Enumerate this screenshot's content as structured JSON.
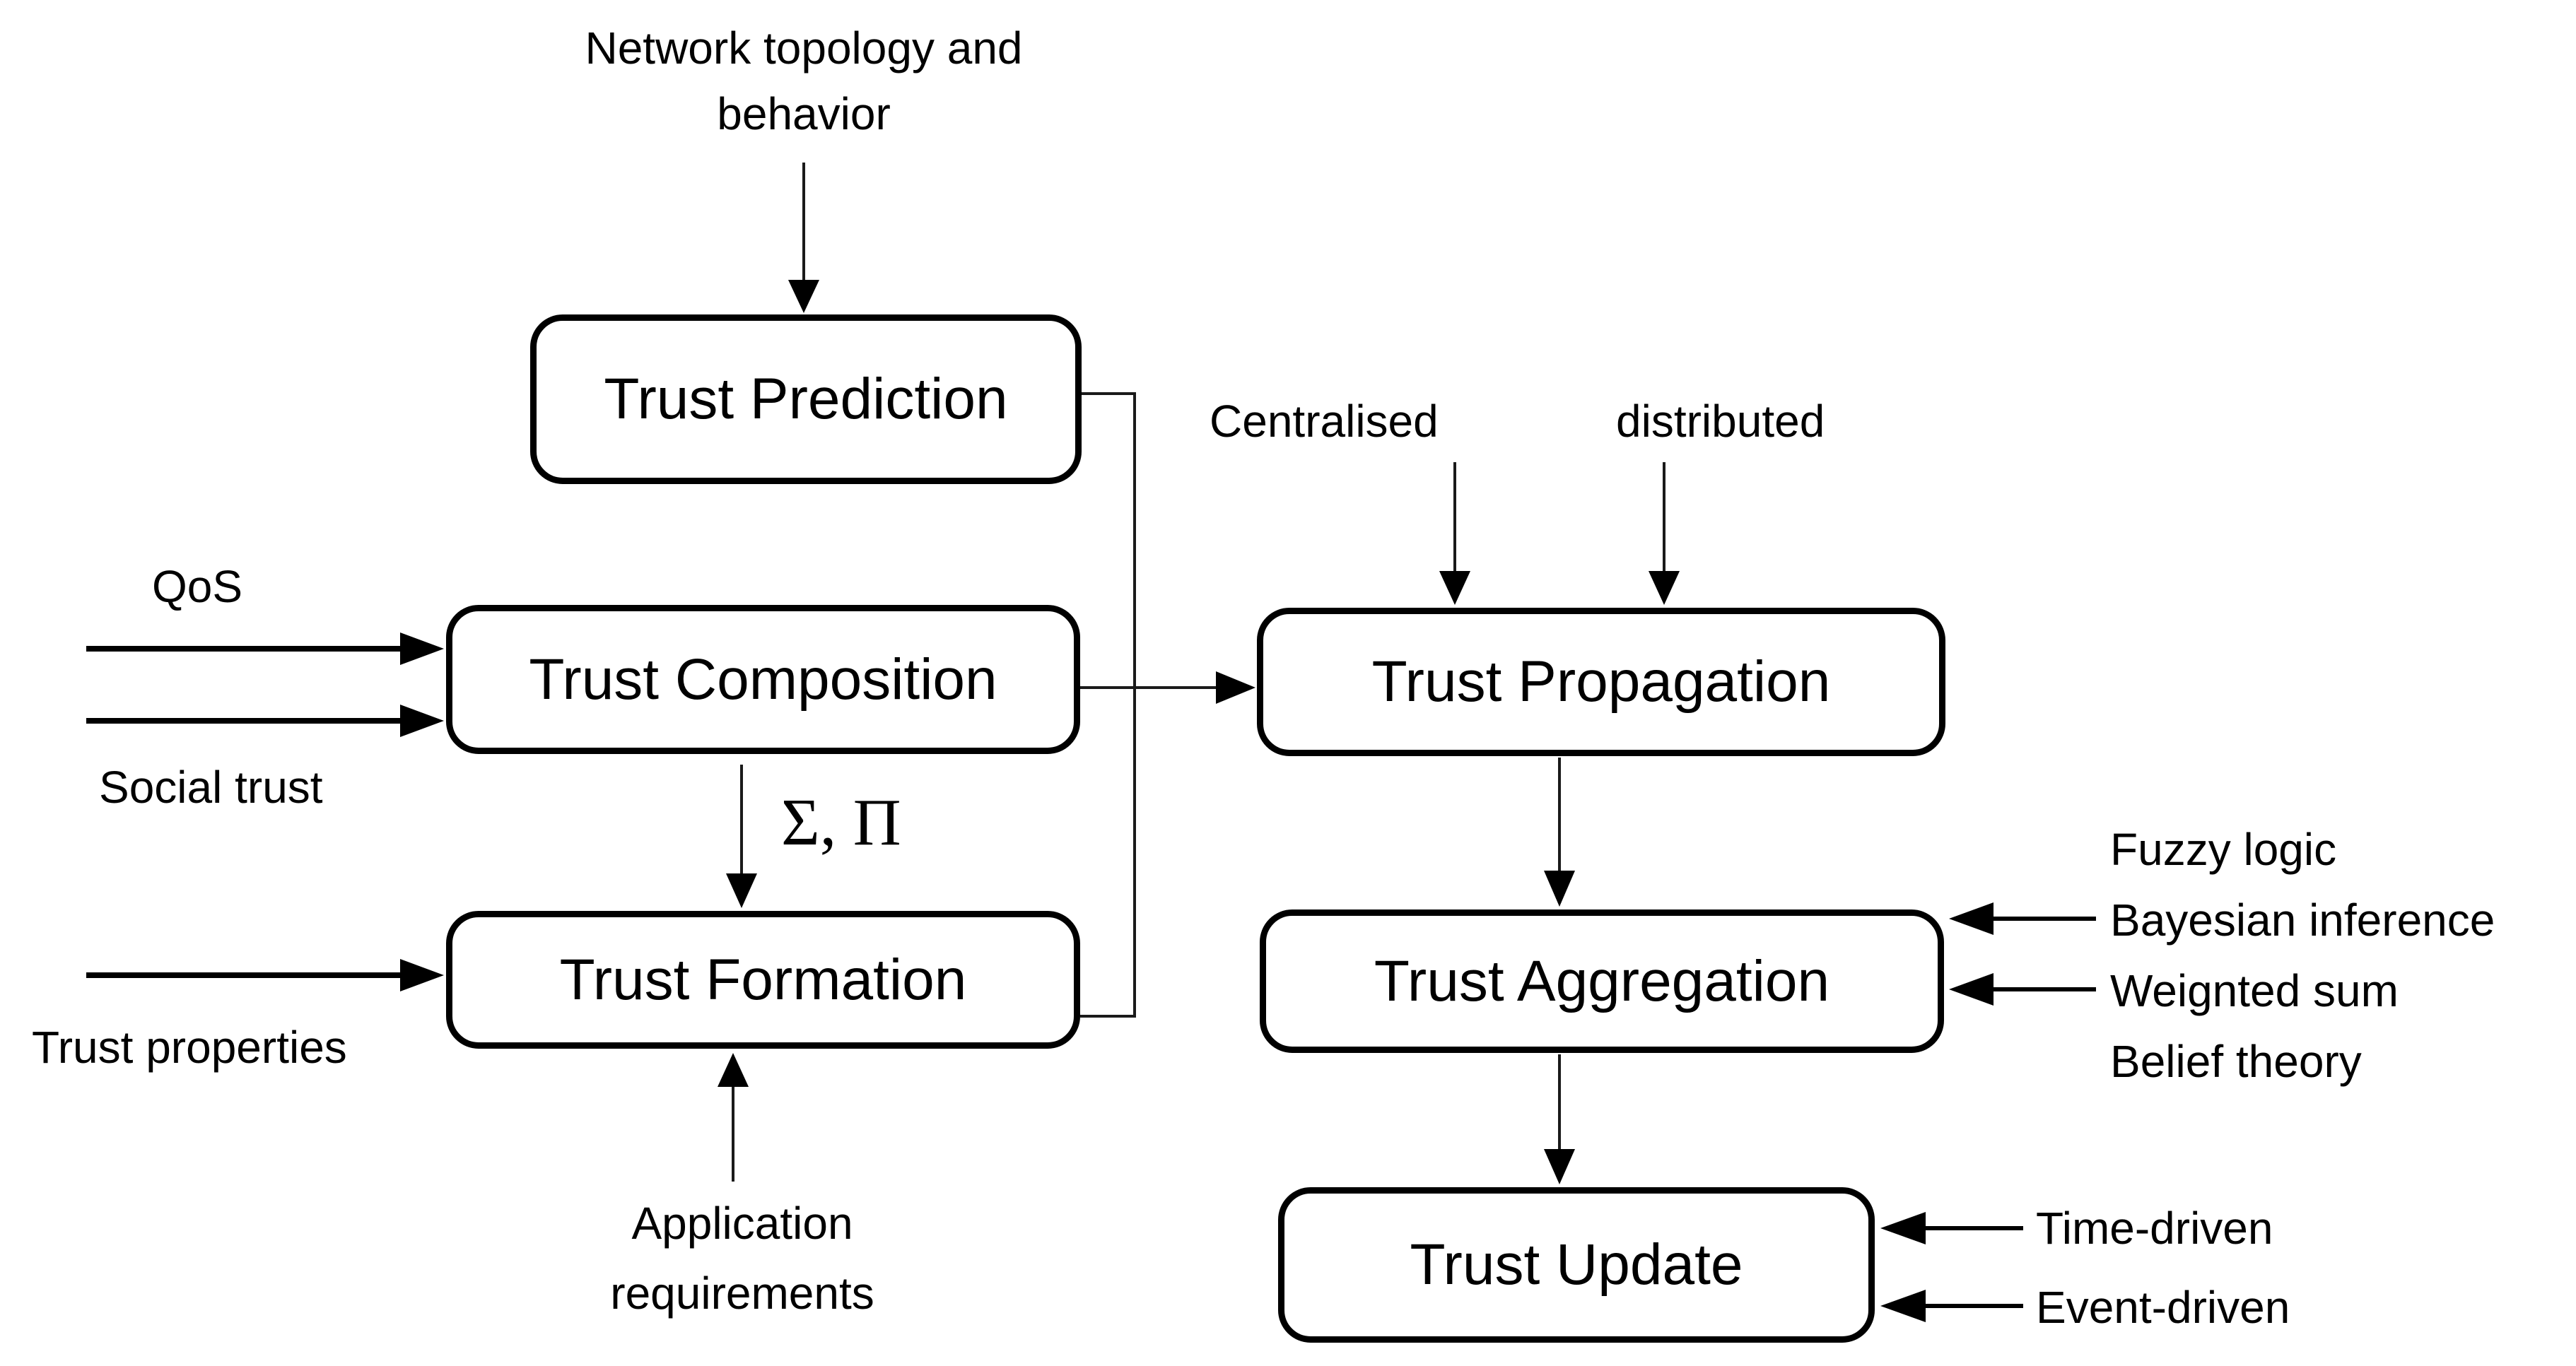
{
  "diagram": {
    "background": "#ffffff",
    "line_color": "#000000",
    "boxes": {
      "prediction": {
        "label": "Trust Prediction"
      },
      "composition": {
        "label": "Trust Composition"
      },
      "formation": {
        "label": "Trust Formation"
      },
      "propagation": {
        "label": "Trust Propagation"
      },
      "aggregation": {
        "label": "Trust Aggregation"
      },
      "update": {
        "label": "Trust Update"
      }
    },
    "labels": {
      "network_topology": "Network topology and behavior",
      "qos": "QoS",
      "social_trust": "Social trust",
      "trust_properties": "Trust properties",
      "sigma_pi": "Σ, Π",
      "application_requirements": "Application requirements",
      "centralised": "Centralised",
      "distributed": "distributed",
      "aggregation_methods": [
        "Fuzzy logic",
        "Bayesian inference",
        "Weignted sum",
        "Belief theory"
      ],
      "update_methods": [
        "Time-driven",
        "Event-driven"
      ]
    }
  }
}
